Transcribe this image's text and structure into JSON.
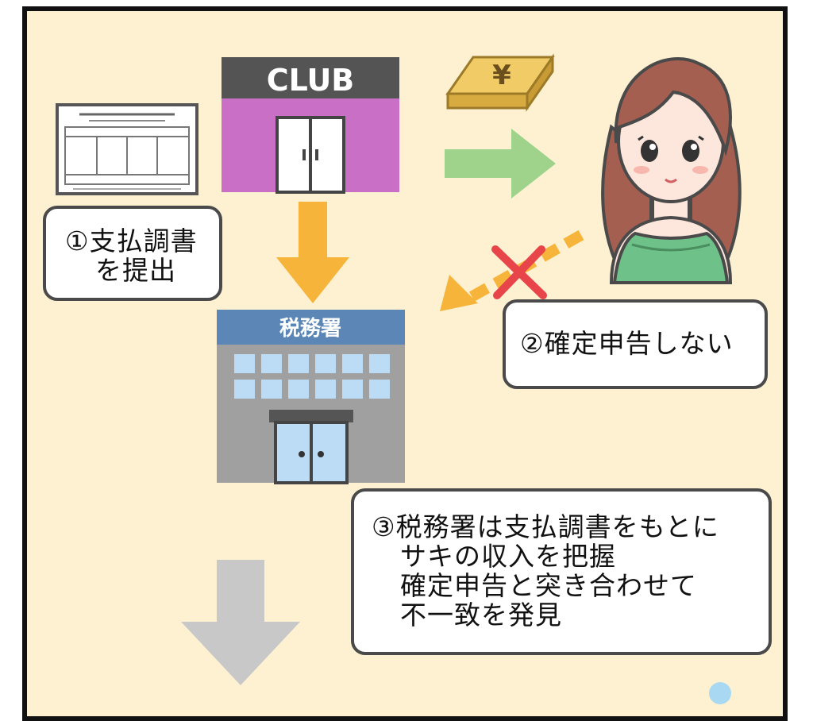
{
  "colors": {
    "background": "#fdf1d2",
    "panel_border": "#111111",
    "club_facade": "#c96fc6",
    "club_sign": "#545454",
    "tax_sign": "#5b86b5",
    "tax_wall": "#a0a0a0",
    "arrow_orange": "#f6b53a",
    "arrow_green": "#9fd28a",
    "arrow_gray": "#c8c8c8",
    "cross_red": "#e8454b",
    "woman_hair": "#a45f51",
    "woman_dress": "#6fc18a"
  },
  "icons": {
    "document": "payment-record-document-icon",
    "club": "club-building-icon",
    "money": "yen-money-bundle-icon",
    "woman": "hostess-woman-icon",
    "tax_office": "tax-office-building-icon",
    "blocked": "red-cross-icon"
  },
  "club_sign_text": "CLUB",
  "yen_symbol": "¥",
  "tax_office_sign_text": "税務署",
  "step1": {
    "lines": [
      "①支払調書",
      "を提出"
    ]
  },
  "step2": {
    "text": "②確定申告しない"
  },
  "step3": {
    "lines": [
      "③税務署は支払調書をもとに",
      "サキの収入を把握",
      "確定申告と突き合わせて",
      "不一致を発見"
    ]
  }
}
